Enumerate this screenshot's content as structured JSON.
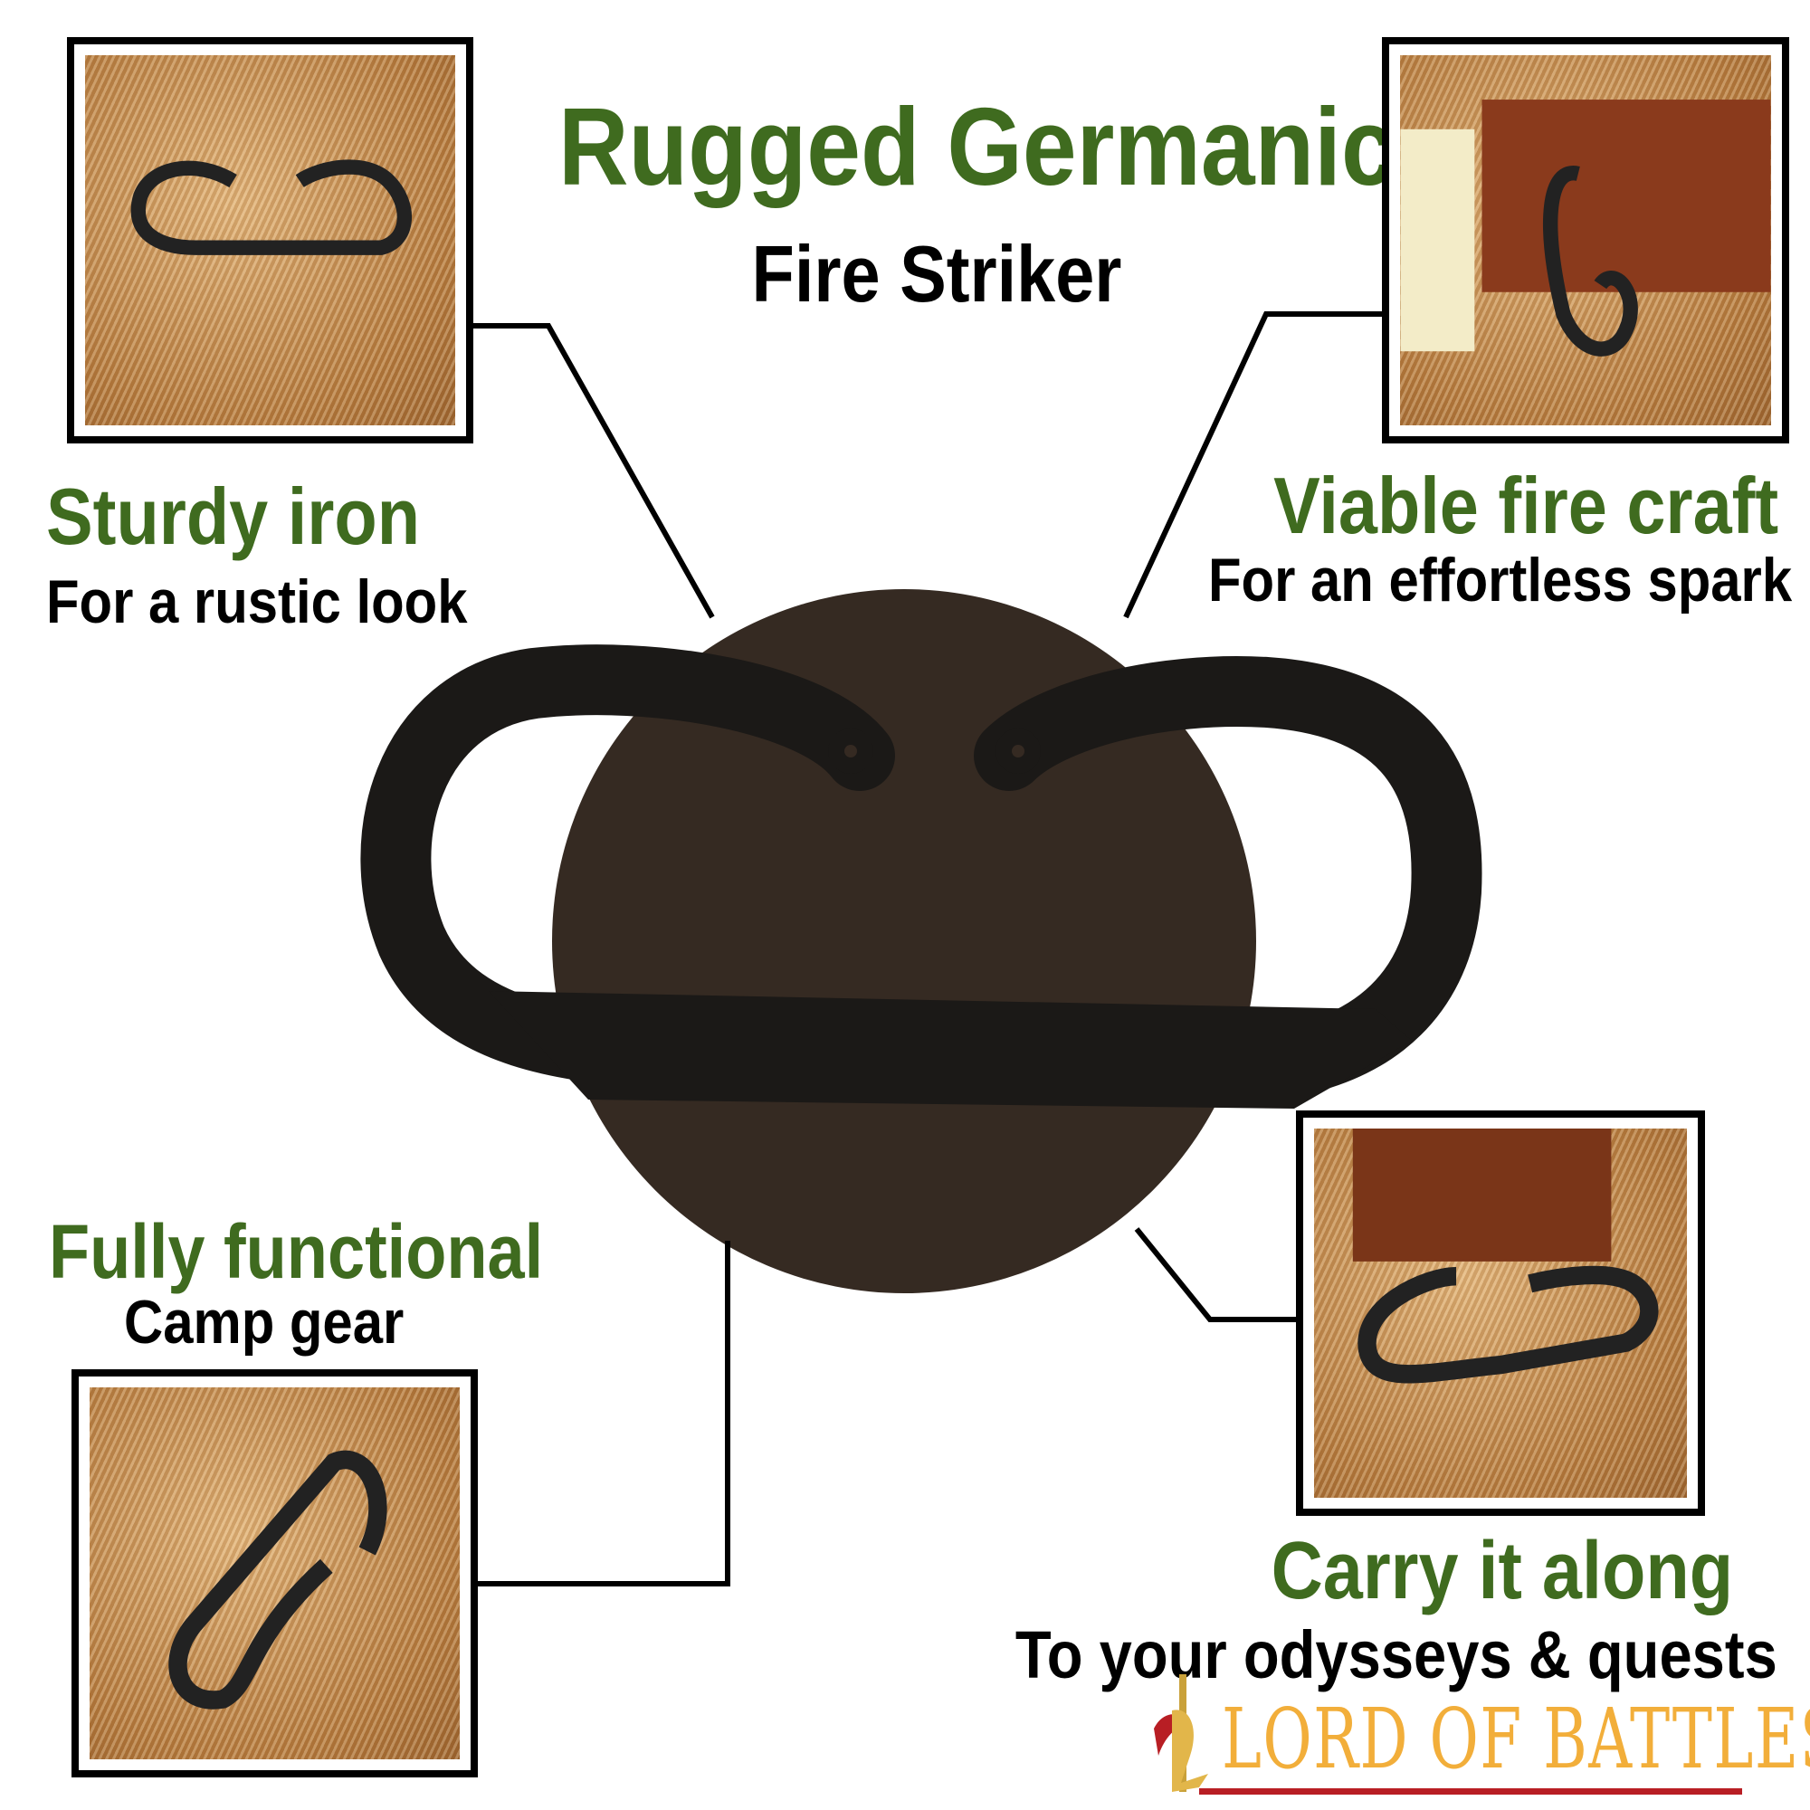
{
  "title": {
    "line1": "Rugged Germanic",
    "line2": "Fire Striker"
  },
  "features": [
    {
      "heading": "Sturdy iron",
      "sub": "For a rustic look"
    },
    {
      "heading": "Viable fire craft",
      "sub": "For an effortless spark"
    },
    {
      "heading": "Fully functional",
      "sub": "Camp gear"
    },
    {
      "heading": "Carry it along",
      "sub": "To your odysseys & quests"
    }
  ],
  "logo": {
    "text": "LORD OF BATTLES"
  },
  "colors": {
    "heading_green": "#3f6b1f",
    "circle": "#352a22",
    "logo_gold": "#f2ae3a",
    "logo_red": "#b81e24"
  }
}
